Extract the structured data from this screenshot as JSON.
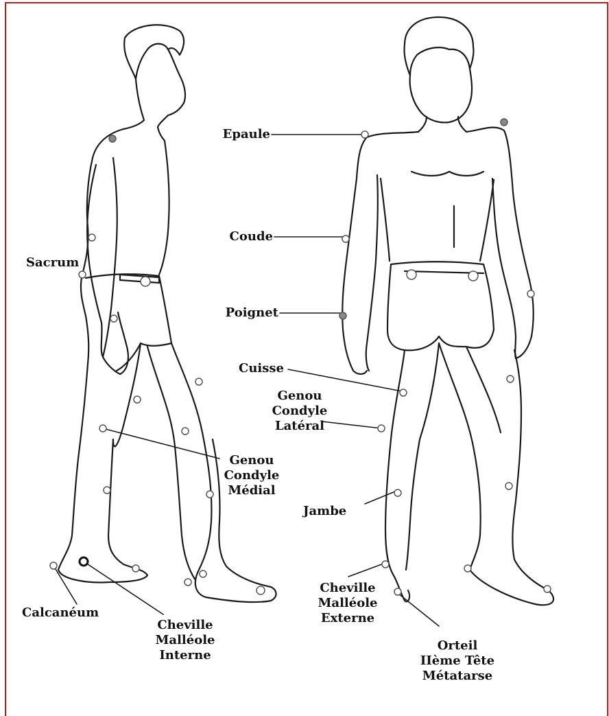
{
  "colors": {
    "border": "#b22222",
    "ink": "#1a1a1a",
    "marker_fill": "#ffffff",
    "marker_dark": "#555555"
  },
  "labels": {
    "epaule": "Epaule",
    "coude": "Coude",
    "poignet": "Poignet",
    "sacrum": "Sacrum",
    "cuisse": "Cuisse",
    "genou_lateral": [
      "Genou",
      "Condyle",
      "Latéral"
    ],
    "genou_medial": [
      "Genou",
      "Condyle",
      "Médial"
    ],
    "jambe": "Jambe",
    "cheville_externe": [
      "Cheville",
      "Malléole",
      "Externe"
    ],
    "cheville_interne": [
      "Cheville",
      "Malléole",
      "Interne"
    ],
    "calcaneum": "Calcanéum",
    "orteil": [
      "Orteil",
      "IIème Tête",
      "Métatarse"
    ]
  }
}
